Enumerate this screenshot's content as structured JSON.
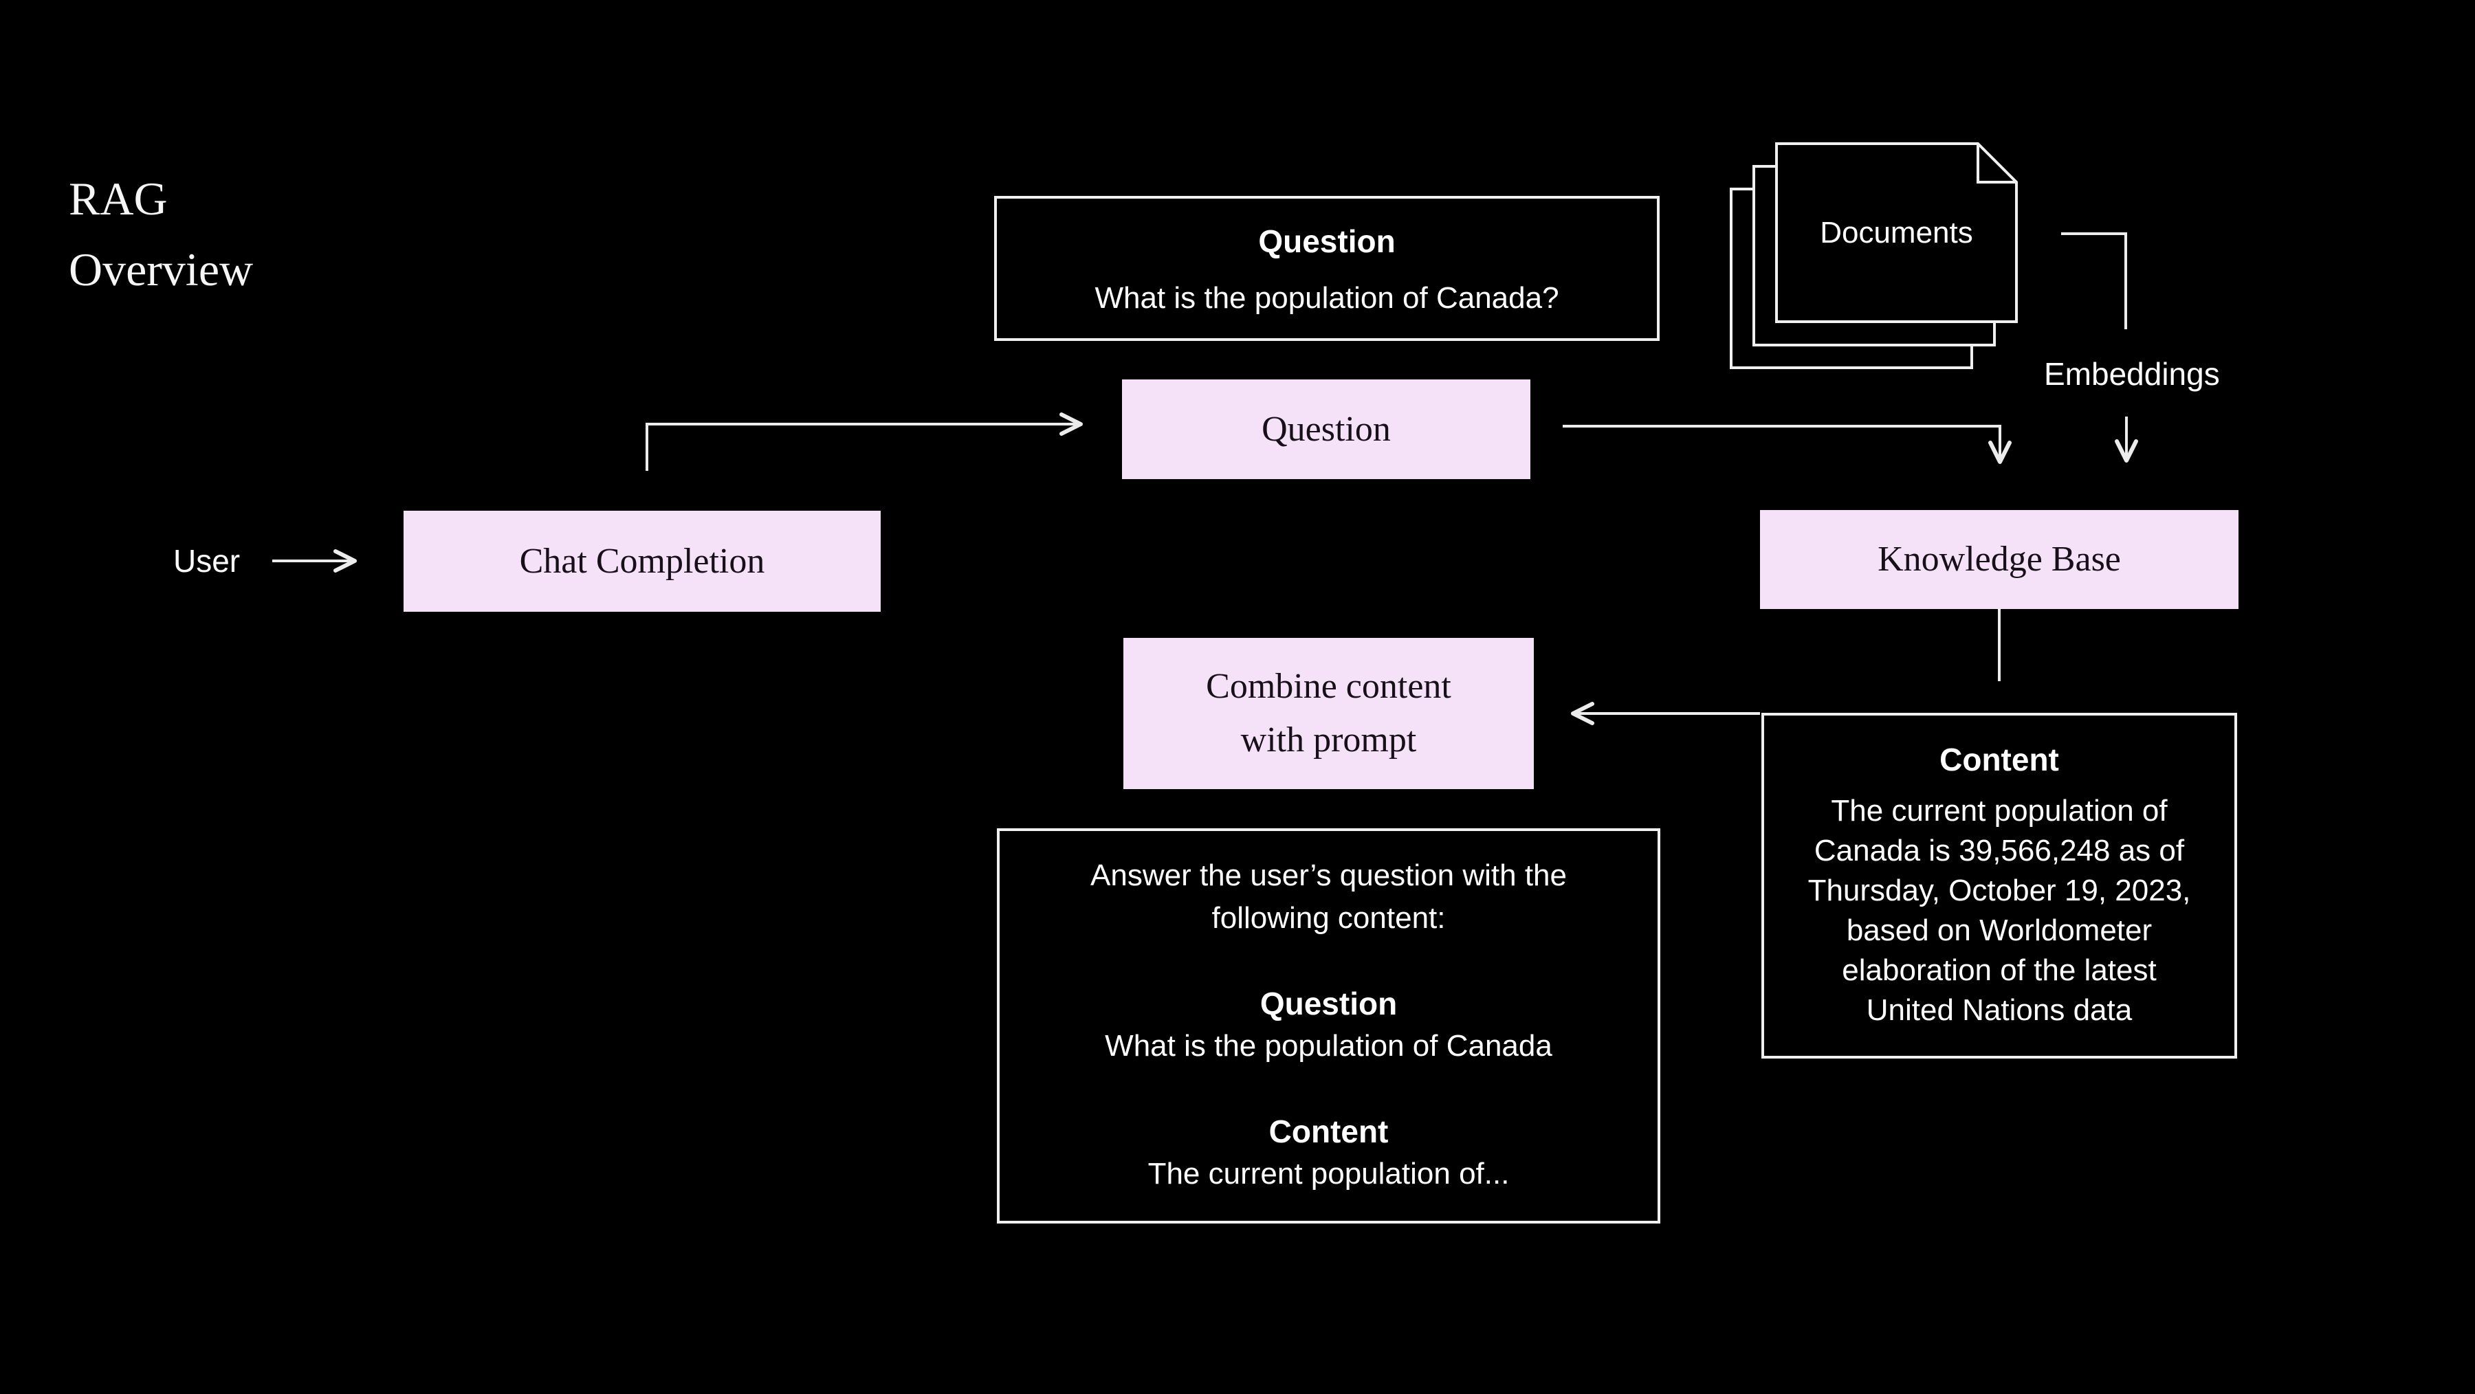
{
  "colors": {
    "background": "#000000",
    "node_fill_pink": "#f6e2f8",
    "node_text_dark": "#171019",
    "outline_color": "#f0f0f0",
    "line_color": "#ececec",
    "text_light": "#ffffff"
  },
  "meta": {
    "title_line1": "RAG",
    "title_line2": "Overview"
  },
  "diagram": {
    "user_label": "User",
    "documents_label": "Documents",
    "embeddings_label": "Embeddings",
    "question_node": "Question",
    "chat_completion_node": "Chat Completion",
    "knowledge_base_node": "Knowledge Base",
    "combine_node_line1": "Combine content",
    "combine_node_line2": "with prompt",
    "question_card": {
      "heading": "Question",
      "body": "What is the population of Canada?"
    },
    "content_card": {
      "heading": "Content",
      "lines": [
        "The current population of",
        "Canada is 39,566,248 as of",
        "Thursday, October 19, 2023,",
        "based on Worldometer",
        "elaboration of the latest",
        "United Nations data"
      ]
    },
    "prompt_card": {
      "intro_line1": "Answer the user’s question with the",
      "intro_line2": "following content:",
      "question_heading": "Question",
      "question_body": "What is the population of Canada",
      "content_heading": "Content",
      "content_body": "The current population of..."
    }
  }
}
